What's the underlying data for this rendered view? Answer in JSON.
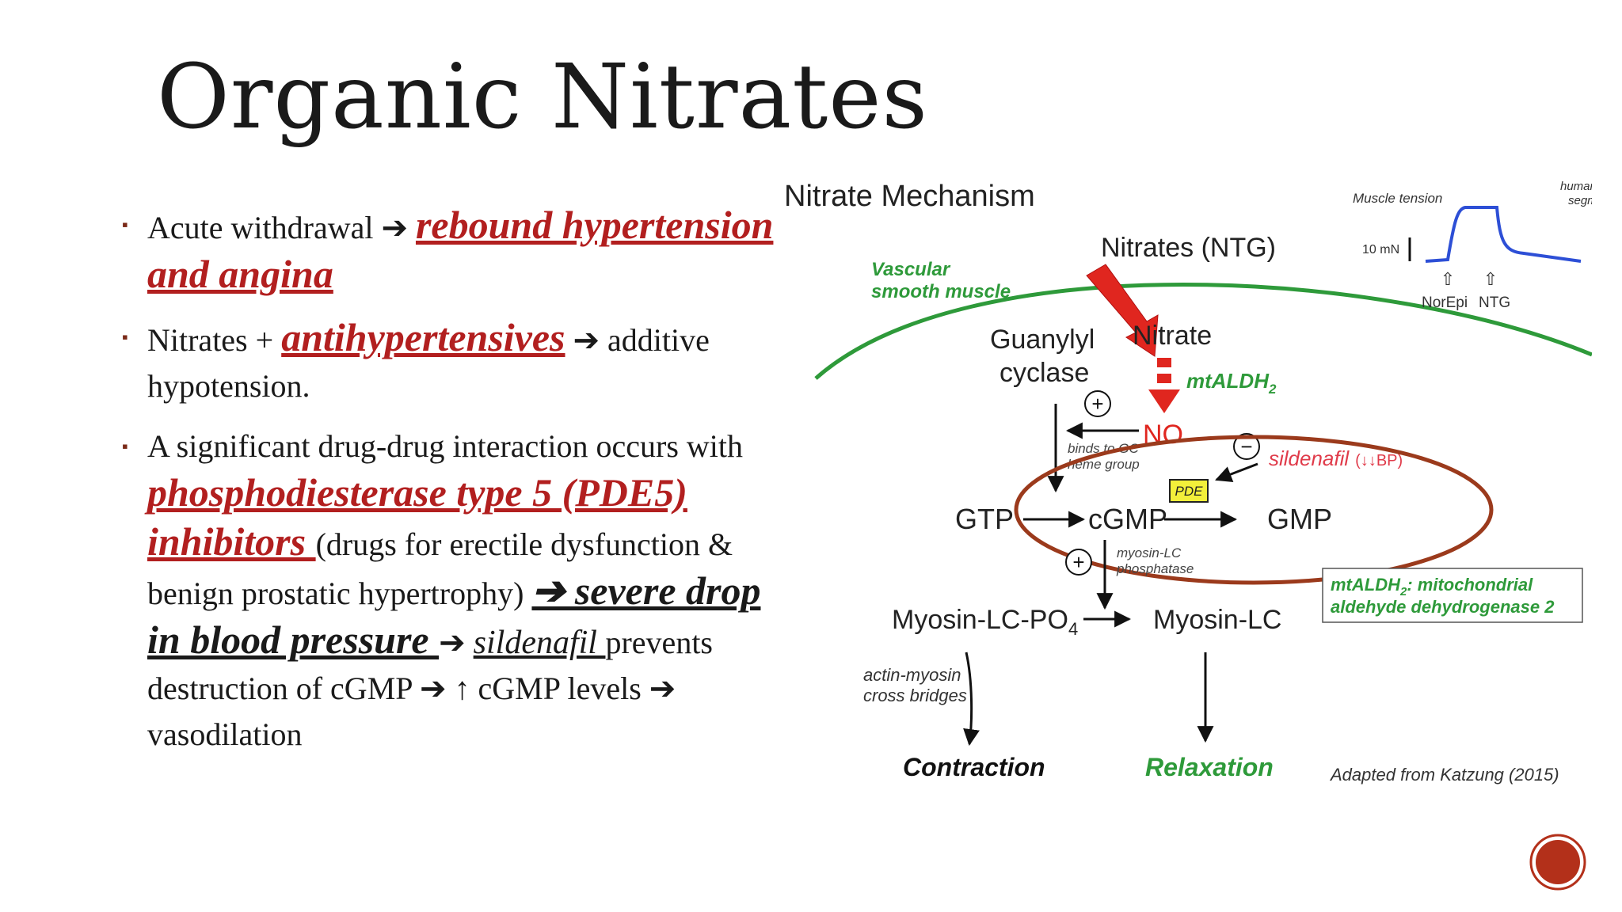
{
  "slide": {
    "title": "Organic Nitrates"
  },
  "bullets": [
    {
      "segments": [
        {
          "text": "Acute withdrawal ",
          "style": "plain"
        },
        {
          "text": "➔ ",
          "style": "plain"
        },
        {
          "text": "rebound hypertension and angina",
          "style": "highlight"
        }
      ]
    },
    {
      "segments": [
        {
          "text": "Nitrates + ",
          "style": "plain"
        },
        {
          "text": "antihypertensives",
          "style": "highlight"
        },
        {
          "text": " ➔ additive hypotension.",
          "style": "plain"
        }
      ]
    },
    {
      "segments": [
        {
          "text": "A significant drug-drug interaction occurs with ",
          "style": "plain"
        },
        {
          "text": "phosphodiesterase type 5 (PDE5) inhibitors ",
          "style": "highlight"
        },
        {
          "text": "(drugs for erectile dysfunction & benign prostatic hypertrophy) ",
          "style": "plain"
        },
        {
          "text": "➔ severe drop in blood pressure ",
          "style": "emphasis"
        },
        {
          "text": "➔ ",
          "style": "plain"
        },
        {
          "text": "sildenafil ",
          "style": "emphasis2"
        },
        {
          "text": "prevents destruction of cGMP ➔ ↑ cGMP levels ➔ vasodilation",
          "style": "plain"
        }
      ]
    }
  ],
  "diagram": {
    "title": "Nitrate Mechanism",
    "nitrates_label": "Nitrates (NTG)",
    "membrane_label_1": "Vascular",
    "membrane_label_2": "smooth muscle",
    "guanylyl_label_1": "Guanylyl",
    "guanylyl_label_2": "cyclase",
    "nitrate_label": "Nitrate",
    "mtaldh_label": "mtALDH",
    "mtaldh_sub": "2",
    "no_label": "NO",
    "plus_symbol": "+",
    "minus_symbol": "−",
    "binds_label_1": "binds to GC",
    "binds_label_2": "heme group",
    "sildenafil_label": "sildenafil",
    "bp_label": "(↓↓BP)",
    "pde_label": "PDE",
    "gtp_label": "GTP",
    "cgmp_label": "cGMP",
    "gmp_label": "GMP",
    "phosphatase_label_1": "myosin-LC",
    "phosphatase_label_2": "phosphatase",
    "legend_line_1": "mtALDH",
    "legend_sub": "2",
    "legend_line_1_rest": ": mitochondrial",
    "legend_line_2": "aldehyde dehydrogenase 2",
    "myosin_po4_label": "Myosin-LC-PO",
    "myosin_po4_sub": "4",
    "myosin_lc_label": "Myosin-LC",
    "cross_bridges_1": "actin-myosin",
    "cross_bridges_2": "cross bridges",
    "contraction_label": "Contraction",
    "relaxation_label": "Relaxation",
    "credit": "Adapted from Katzung (2015)",
    "inset_title": "Muscle tension",
    "inset_segment_1": "human vein",
    "inset_segment_2": "segment",
    "inset_scale": "10 mN",
    "inset_norepi": "NorEpi",
    "inset_ntg": "NTG",
    "colors": {
      "green": "#2e9a3a",
      "red": "#e0261f",
      "highlight_oval": "#9b3a1c",
      "pde_box": "#f3ef3a",
      "blue_trace": "#2d4fd6",
      "pink_text": "#e03b4a"
    }
  },
  "colors": {
    "accent_red": "#b21f1f",
    "badge": "#b3301a"
  }
}
